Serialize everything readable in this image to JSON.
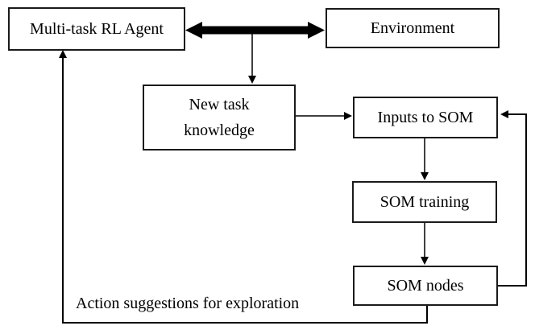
{
  "diagram": {
    "nodes": [
      {
        "id": "multi-task-rl-agent",
        "label": "Multi-task RL Agent"
      },
      {
        "id": "environment",
        "label": "Environment"
      },
      {
        "id": "new-task-knowledge",
        "label": "New task\nknowledge"
      },
      {
        "id": "inputs-to-som",
        "label": "Inputs to SOM"
      },
      {
        "id": "som-training",
        "label": "SOM training"
      },
      {
        "id": "som-nodes",
        "label": "SOM nodes"
      }
    ],
    "edges": [
      {
        "from": "multi-task-rl-agent",
        "to": "environment",
        "style": "thick-double-arrow"
      },
      {
        "from": "agent-environment-link",
        "to": "new-task-knowledge",
        "style": "thin-arrow"
      },
      {
        "from": "new-task-knowledge",
        "to": "inputs-to-som",
        "style": "thin-arrow"
      },
      {
        "from": "inputs-to-som",
        "to": "som-training",
        "style": "thin-arrow"
      },
      {
        "from": "som-training",
        "to": "som-nodes",
        "style": "thin-arrow"
      },
      {
        "from": "som-nodes",
        "to": "inputs-to-som",
        "style": "feedback-loop-right"
      },
      {
        "from": "som-nodes",
        "to": "multi-task-rl-agent",
        "style": "feedback-loop-bottom-left"
      }
    ],
    "annotations": {
      "action_suggestions": "Action suggestions for exploration"
    },
    "colors": {
      "line": "#000000",
      "box_border": "#1a1a1a",
      "background": "#ffffff",
      "text": "#000000"
    }
  }
}
